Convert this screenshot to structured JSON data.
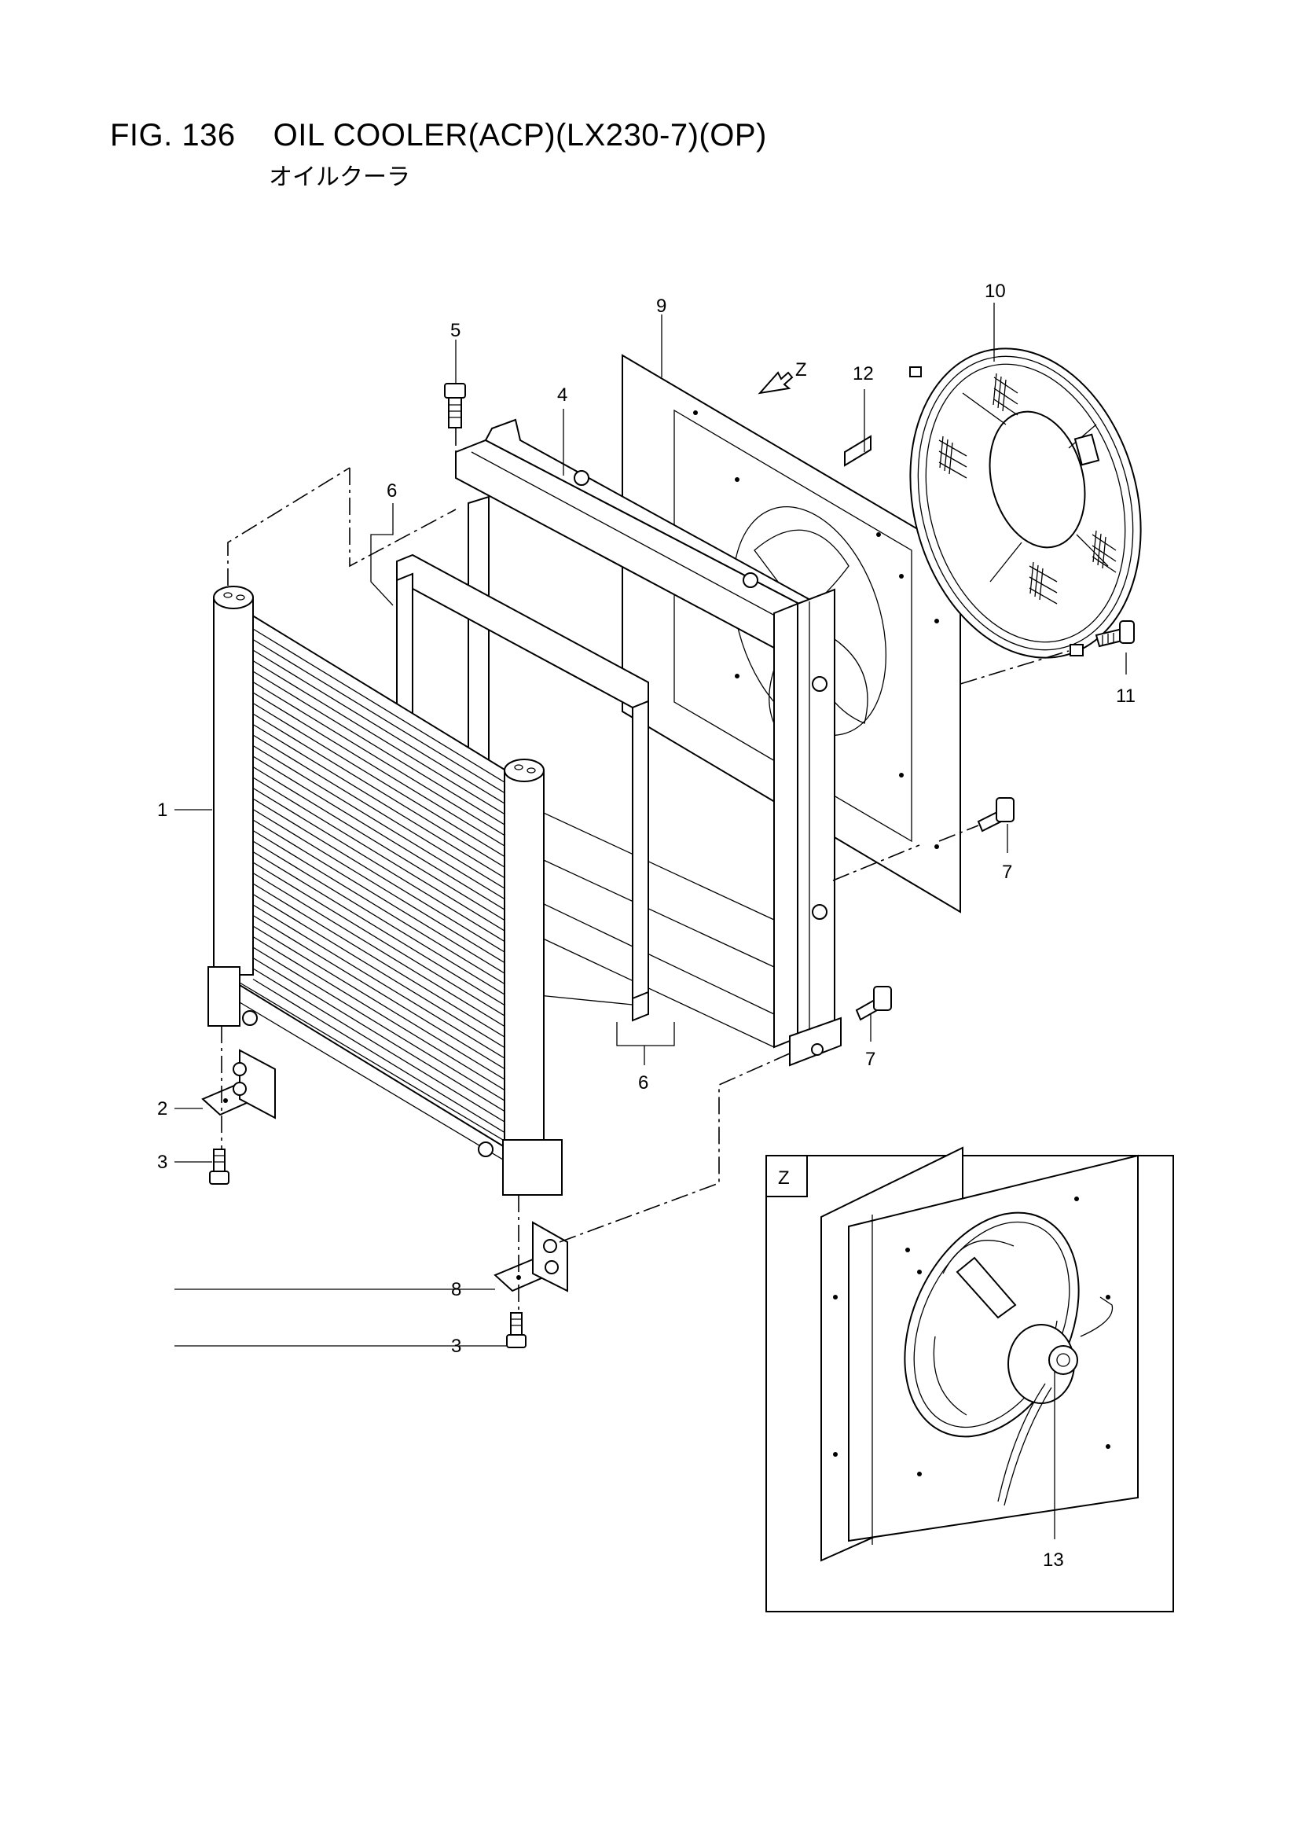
{
  "figure": {
    "number": "FIG. 136",
    "name": "OIL COOLER(ACP)(LX230-7)(OP)",
    "subtitle": "オイルクーラ"
  },
  "direction_label": "Z",
  "detail_view_label": "Z",
  "callouts": {
    "c1": "1",
    "c2": "2",
    "c3a": "3",
    "c3b": "3",
    "c4": "4",
    "c5": "5",
    "c6a": "6",
    "c6b": "6",
    "c7a": "7",
    "c7b": "7",
    "c8": "8",
    "c9": "9",
    "c10": "10",
    "c11": "11",
    "c12": "12",
    "c13": "13"
  }
}
